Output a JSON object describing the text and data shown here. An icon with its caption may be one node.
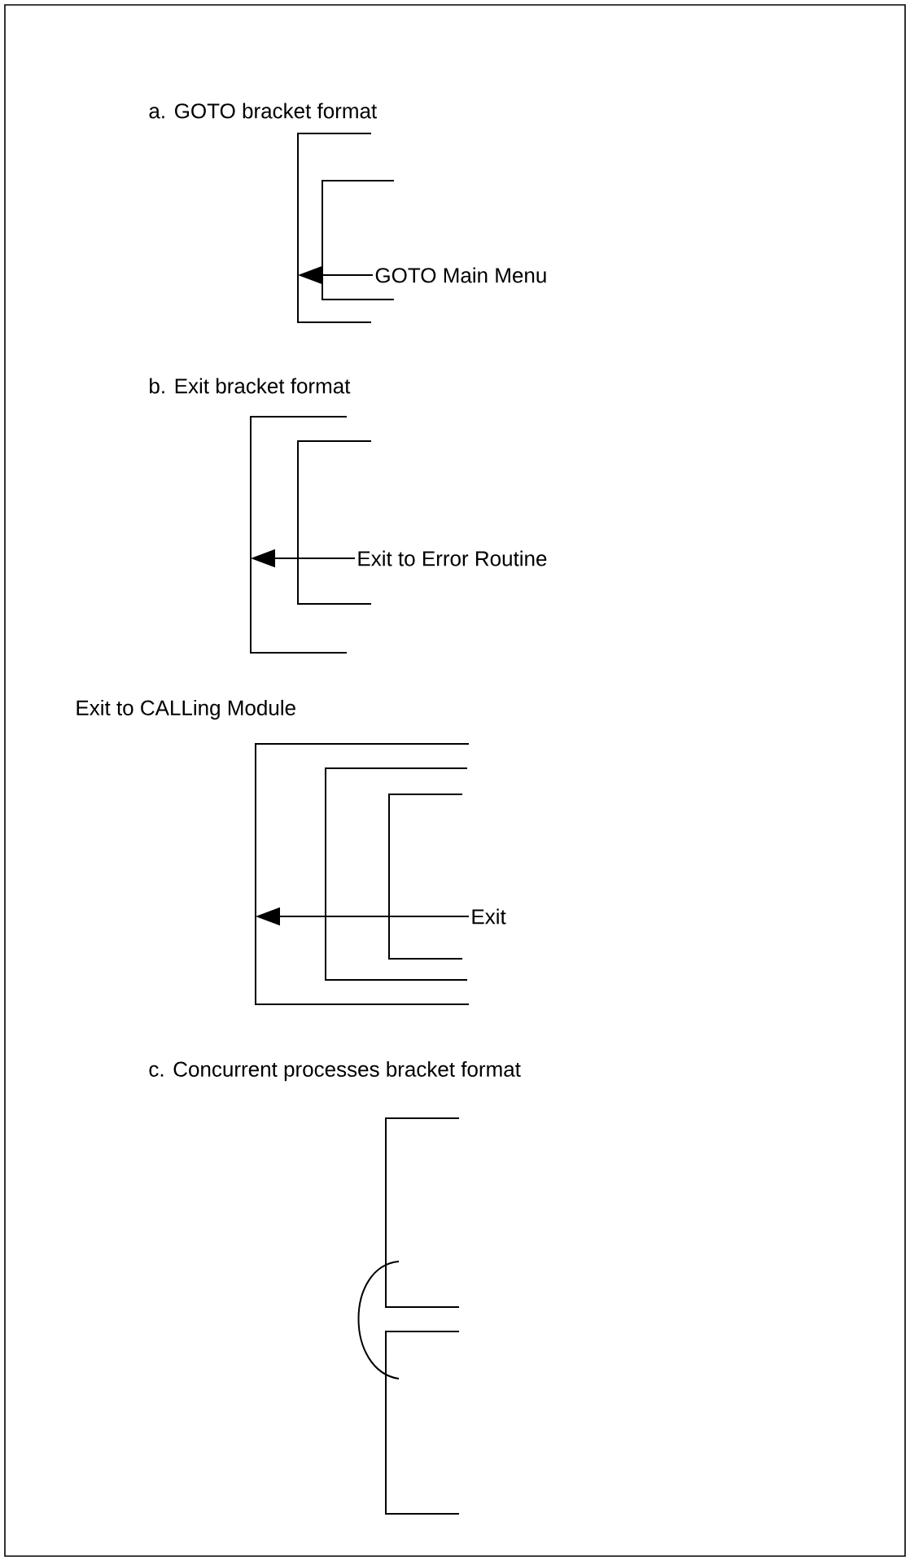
{
  "diagram": {
    "nodes": [
      {
        "text": [
          "GOTO Main Menu"
        ]
      },
      {
        "text": [],
        "shape": "bracket"
      },
      {
        "text": [
          "Exit to Error Routine"
        ]
      },
      {
        "text": [],
        "shape": "bracket"
      },
      {
        "text": [
          "Exit"
        ]
      },
      {
        "text": [],
        "shape": "bracket"
      }
    ],
    "edges": [
      {
        "from": 0,
        "to": 1,
        "arrow": "to"
      },
      {
        "from": 2,
        "to": 3,
        "arrow": "to"
      },
      {
        "from": 4,
        "to": 5,
        "arrow": "to"
      }
    ],
    "labels": [
      "a. GOTO bracket format",
      "b. Exit bracket format",
      "Exit to CALLing Module",
      "c. Concurrent processes bracket format"
    ]
  }
}
